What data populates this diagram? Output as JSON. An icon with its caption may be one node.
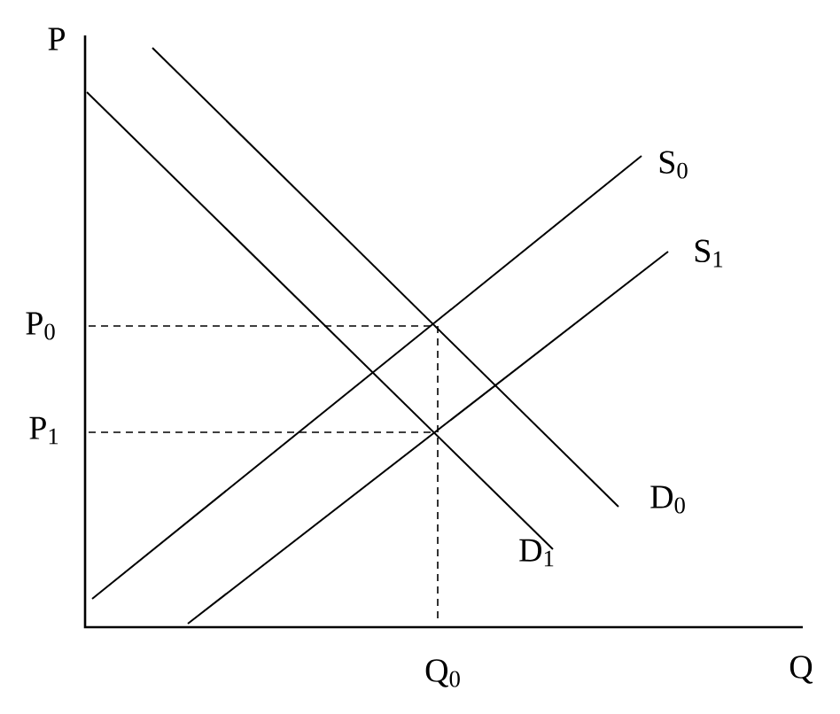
{
  "diagram": {
    "labels": [
      "P",
      "P$_{0}$",
      "P$_{1}$",
      "Q$_{0}$",
      "Q",
      "S$_{0}$",
      "S$_{1}$",
      "D$_{0}$",
      "D$_{1}$"
    ]
  }
}
